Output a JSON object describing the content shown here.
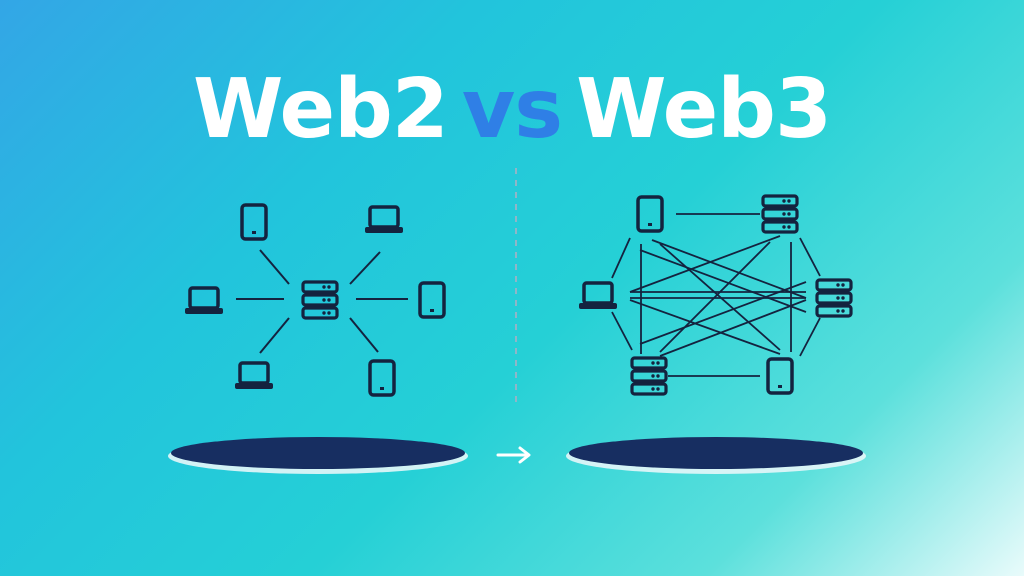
{
  "title": {
    "left": "Web2",
    "middle": "vs",
    "right": "Web3"
  },
  "colors": {
    "title_text": "#ffffff",
    "vs_text": "#2f7fe6",
    "platform": "#172e61",
    "icon_stroke": "#14233f"
  },
  "web2": {
    "hub": "server-icon",
    "nodes": [
      "phone-icon",
      "laptop-icon",
      "laptop-icon",
      "phone-icon",
      "laptop-icon",
      "phone-icon"
    ]
  },
  "web3": {
    "nodes": [
      "phone-icon",
      "server-icon",
      "laptop-icon",
      "server-icon",
      "server-icon",
      "phone-icon"
    ]
  },
  "arrow": "arrow-right-icon"
}
